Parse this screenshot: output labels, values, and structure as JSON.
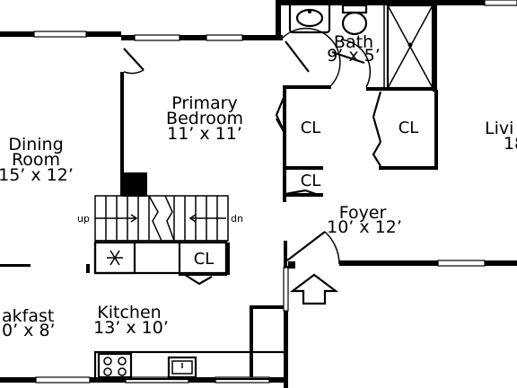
{
  "rooms": {
    "bath": {
      "name": "Bath",
      "dims": "9’ x 5’"
    },
    "primary_bedroom": {
      "name_line1": "Primary",
      "name_line2": "Bedroom",
      "dims": "11’ x 11’"
    },
    "dining": {
      "name_line1": "Dining",
      "name_line2": "Room",
      "dims": "15’ x 12’"
    },
    "living": {
      "name": "Livi",
      "dims": "18"
    },
    "foyer": {
      "name": "Foyer",
      "dims": "10’ x 12’"
    },
    "breakfast": {
      "name": "akfast",
      "dims": "0’ x 8’"
    },
    "kitchen": {
      "name": "Kitchen",
      "dims": "13’ x 10’"
    }
  },
  "closets": {
    "bedroom_closet_1": "CL",
    "bedroom_closet_2": "CL",
    "bath_closet": "CL",
    "kitchen_closet": "CL"
  },
  "stairs": {
    "up": "up",
    "down": "dn"
  }
}
